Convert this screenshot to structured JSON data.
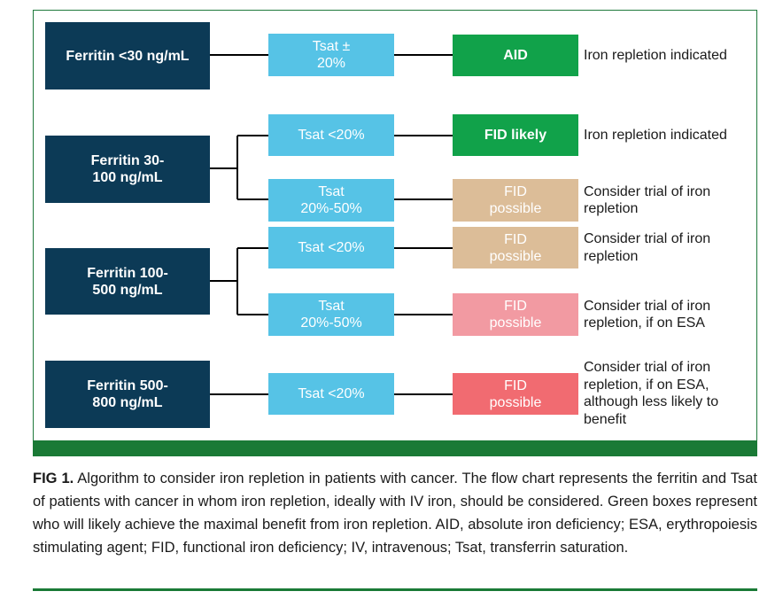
{
  "colors": {
    "ferritin_box": "#0c3a56",
    "tsat_box": "#56c3e6",
    "green_result": "#11a24a",
    "tan_result": "#dcbd98",
    "pink_result": "#f29aa2",
    "red_result": "#f16b71",
    "frame_green": "#1a7a36"
  },
  "rows": [
    {
      "ferritin": "Ferritin <30 ng/mL",
      "branches": [
        {
          "tsat": "Tsat ± 20%",
          "result": "AID",
          "action": "Iron repletion indicated"
        }
      ]
    },
    {
      "ferritin": "Ferritin 30-100 ng/mL",
      "branches": [
        {
          "tsat": "Tsat <20%",
          "result": "FID likely",
          "action": "Iron repletion indicated"
        },
        {
          "tsat": "Tsat 20%-50%",
          "result": "FID possible",
          "action": "Consider trial of iron repletion"
        }
      ]
    },
    {
      "ferritin": "Ferritin 100-500 ng/mL",
      "branches": [
        {
          "tsat": "Tsat <20%",
          "result": "FID possible",
          "action": "Consider trial of iron repletion"
        },
        {
          "tsat": "Tsat 20%-50%",
          "result": "FID possible",
          "action": "Consider trial of iron repletion, if on ESA"
        }
      ]
    },
    {
      "ferritin": "Ferritin 500-800 ng/mL",
      "branches": [
        {
          "tsat": "Tsat <20%",
          "result": "FID possible",
          "action": "Consider trial of iron repletion, if on ESA, although less likely to benefit"
        }
      ]
    }
  ],
  "caption": {
    "label": "FIG 1.",
    "text": "Algorithm to consider iron repletion in patients with cancer. The flow chart represents the ferritin and Tsat of patients with cancer in whom iron repletion, ideally with IV iron, should be considered. Green boxes represent who will likely achieve the maximal benefit from iron repletion. AID, absolute iron deficiency; ESA, erythropoiesis stimulating agent; FID, functional iron deficiency; IV, intravenous; Tsat, transferrin saturation."
  }
}
